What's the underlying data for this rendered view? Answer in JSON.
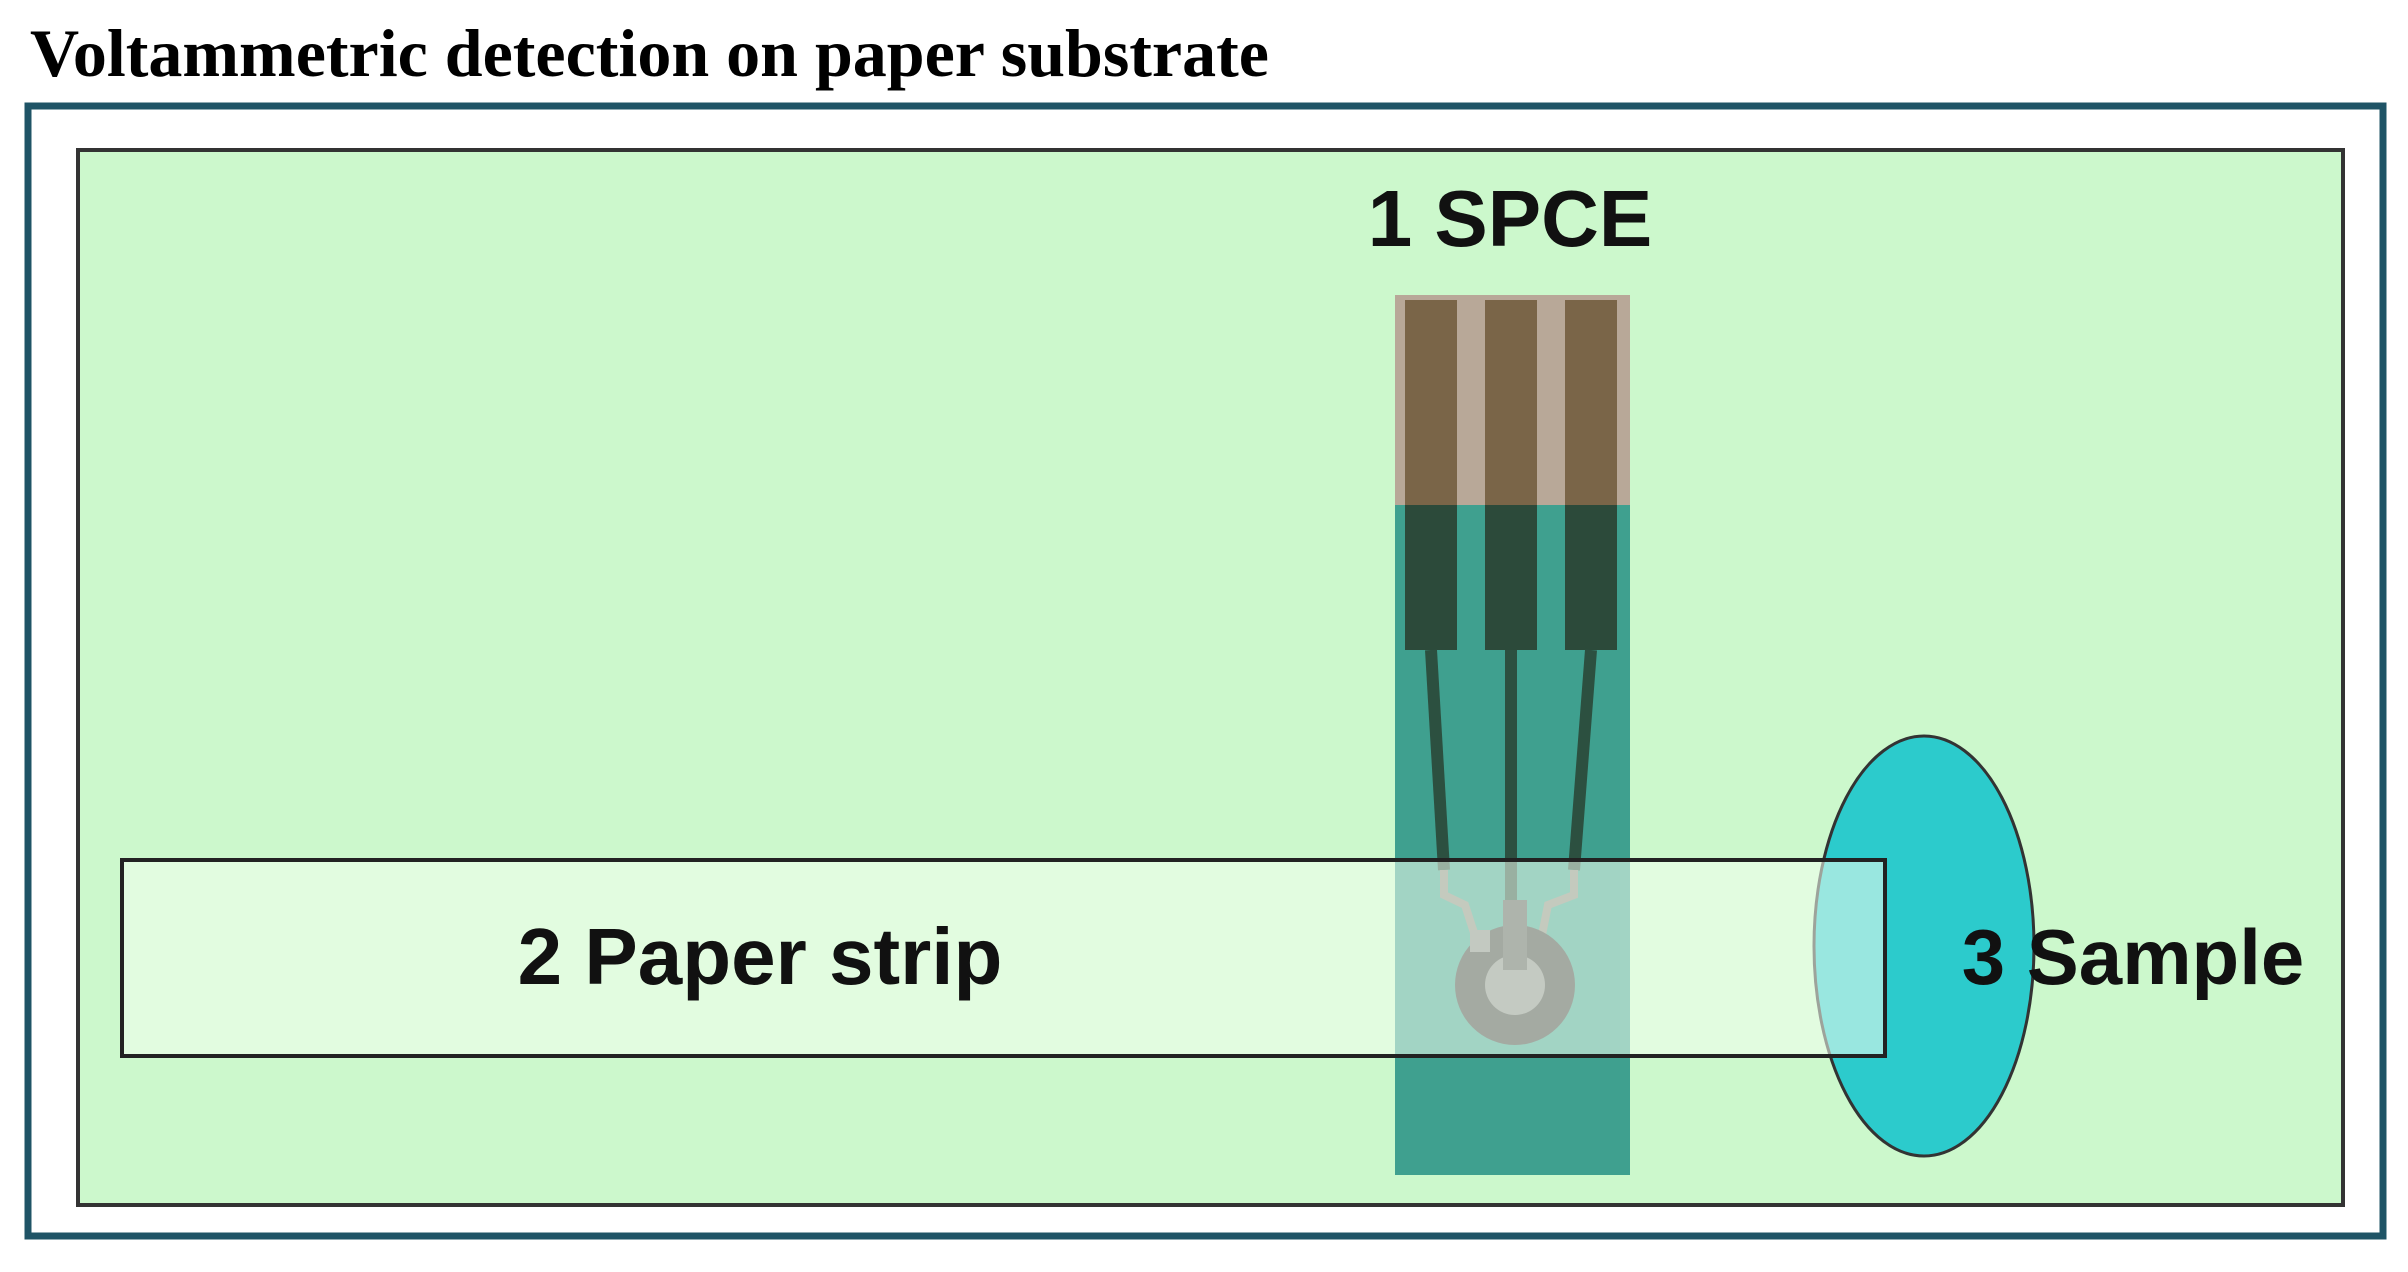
{
  "title": "Voltammetric detection on paper substrate",
  "labels": {
    "spce": "1 SPCE",
    "paper_strip": "2 Paper strip",
    "sample": "3 Sample"
  },
  "colors": {
    "frame_border": "#1f5466",
    "background": "#ccf8cc",
    "electrode_body": "#3fa08f",
    "contact_pads": "#7a6548",
    "carbon_tracks": "#2c5040",
    "paper_strip": "#f4fff0",
    "sample_drop": "#2ccbcc"
  }
}
